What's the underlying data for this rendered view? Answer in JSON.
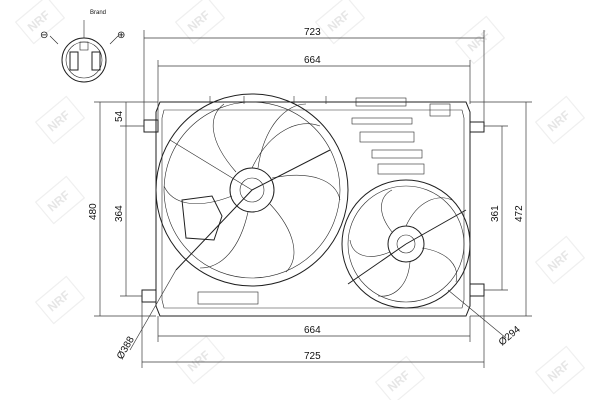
{
  "diagram": {
    "dimensions": {
      "overall_width_top": "723",
      "overall_width_bottom": "725",
      "inner_width_top": "664",
      "inner_width_bottom": "664",
      "overall_height_left": "480",
      "mount_height_left": "364",
      "mount_height_right": "361",
      "overall_height_right": "472",
      "top_offset": "54",
      "left_fan_diameter": "Ø388",
      "right_fan_diameter": "Ø294"
    },
    "connector": {
      "label": "Brand",
      "minus_symbol": "⊖",
      "plus_symbol": "⊕"
    },
    "watermark": {
      "text": "NRF"
    }
  }
}
